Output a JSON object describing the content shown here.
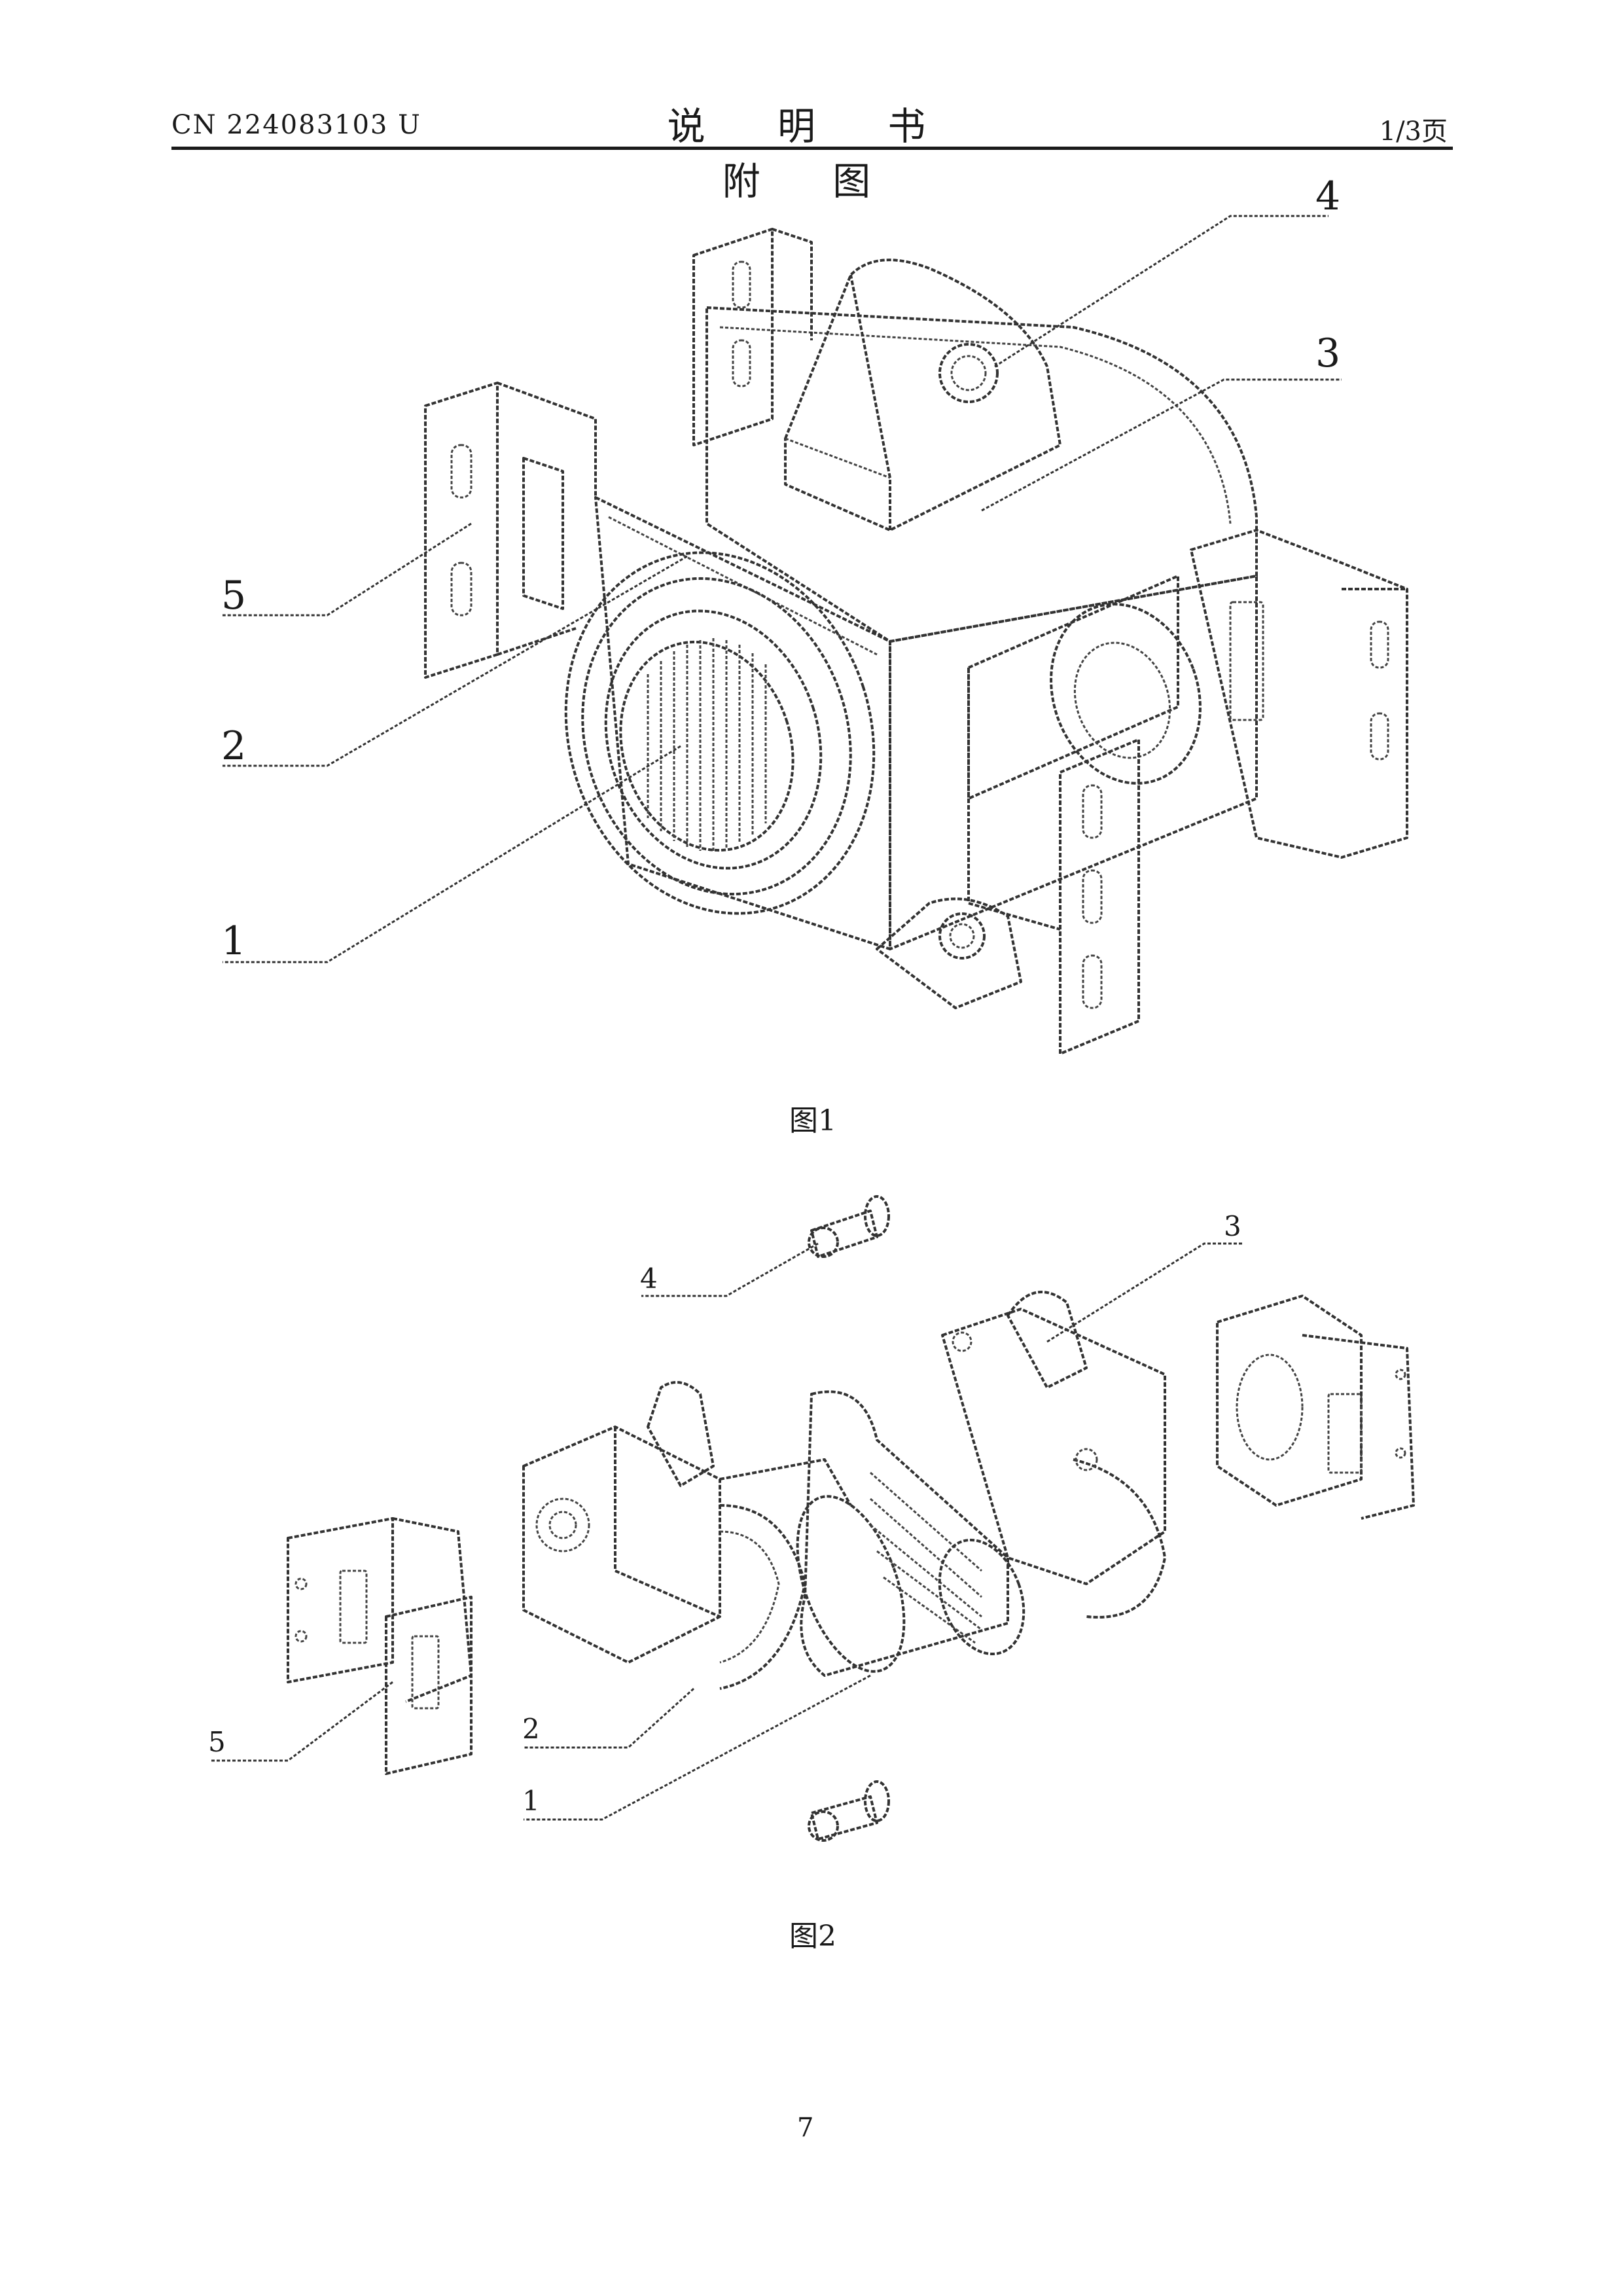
{
  "header": {
    "doc_number": "CN 224083103 U",
    "title": "说 明 书 附 图",
    "page_info": "1/3页"
  },
  "figures": [
    {
      "caption": "图1",
      "part_labels": [
        "4",
        "3",
        "5",
        "2",
        "1"
      ]
    },
    {
      "caption": "图2",
      "part_labels": [
        "4",
        "3",
        "5",
        "2",
        "1"
      ]
    }
  ],
  "footer": {
    "page_number": "7"
  },
  "colors": {
    "ink": "#1a1a1a",
    "paper": "#ffffff"
  }
}
